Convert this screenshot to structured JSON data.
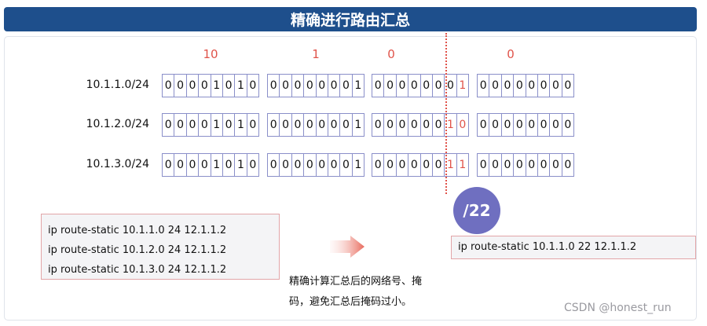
{
  "title": "精确进行路由汇总",
  "column_labels": [
    "10",
    "1",
    "0",
    "0"
  ],
  "rows": [
    {
      "network": "10.1.1.0/24",
      "octets": [
        {
          "bits": [
            "0",
            "0",
            "0",
            "0",
            "1",
            "0",
            "1",
            "0"
          ],
          "highlight": []
        },
        {
          "bits": [
            "0",
            "0",
            "0",
            "0",
            "0",
            "0",
            "0",
            "1"
          ],
          "highlight": []
        },
        {
          "bits": [
            "0",
            "0",
            "0",
            "0",
            "0",
            "0",
            "0",
            "1"
          ],
          "highlight": [
            7
          ]
        },
        {
          "bits": [
            "0",
            "0",
            "0",
            "0",
            "0",
            "0",
            "0",
            "0"
          ],
          "highlight": []
        }
      ]
    },
    {
      "network": "10.1.2.0/24",
      "octets": [
        {
          "bits": [
            "0",
            "0",
            "0",
            "0",
            "1",
            "0",
            "1",
            "0"
          ],
          "highlight": []
        },
        {
          "bits": [
            "0",
            "0",
            "0",
            "0",
            "0",
            "0",
            "0",
            "1"
          ],
          "highlight": []
        },
        {
          "bits": [
            "0",
            "0",
            "0",
            "0",
            "0",
            "0",
            "1",
            "0"
          ],
          "highlight": [
            6,
            7
          ]
        },
        {
          "bits": [
            "0",
            "0",
            "0",
            "0",
            "0",
            "0",
            "0",
            "0"
          ],
          "highlight": []
        }
      ]
    },
    {
      "network": "10.1.3.0/24",
      "octets": [
        {
          "bits": [
            "0",
            "0",
            "0",
            "0",
            "1",
            "0",
            "1",
            "0"
          ],
          "highlight": []
        },
        {
          "bits": [
            "0",
            "0",
            "0",
            "0",
            "0",
            "0",
            "0",
            "1"
          ],
          "highlight": []
        },
        {
          "bits": [
            "0",
            "0",
            "0",
            "0",
            "0",
            "0",
            "1",
            "1"
          ],
          "highlight": [
            6,
            7
          ]
        },
        {
          "bits": [
            "0",
            "0",
            "0",
            "0",
            "0",
            "0",
            "0",
            "0"
          ],
          "highlight": []
        }
      ]
    }
  ],
  "prefix_badge": "/22",
  "original_routes": [
    "ip route-static 10.1.1.0 24 12.1.1.2",
    "ip route-static 10.1.2.0 24 12.1.1.2",
    "ip route-static 10.1.3.0 24 12.1.1.2"
  ],
  "summary_route": "ip route-static 10.1.1.0 22 12.1.1.2",
  "note_lines": [
    "精确计算汇总后的网络号、掩",
    "码，避免汇总后掩码过小。"
  ],
  "watermark": "CSDN @honest_run",
  "colors": {
    "title_bg": "#1e4f8c",
    "accent": "#e0534a",
    "badge": "#6f6fc0",
    "cell_border": "#8a8fc9"
  }
}
